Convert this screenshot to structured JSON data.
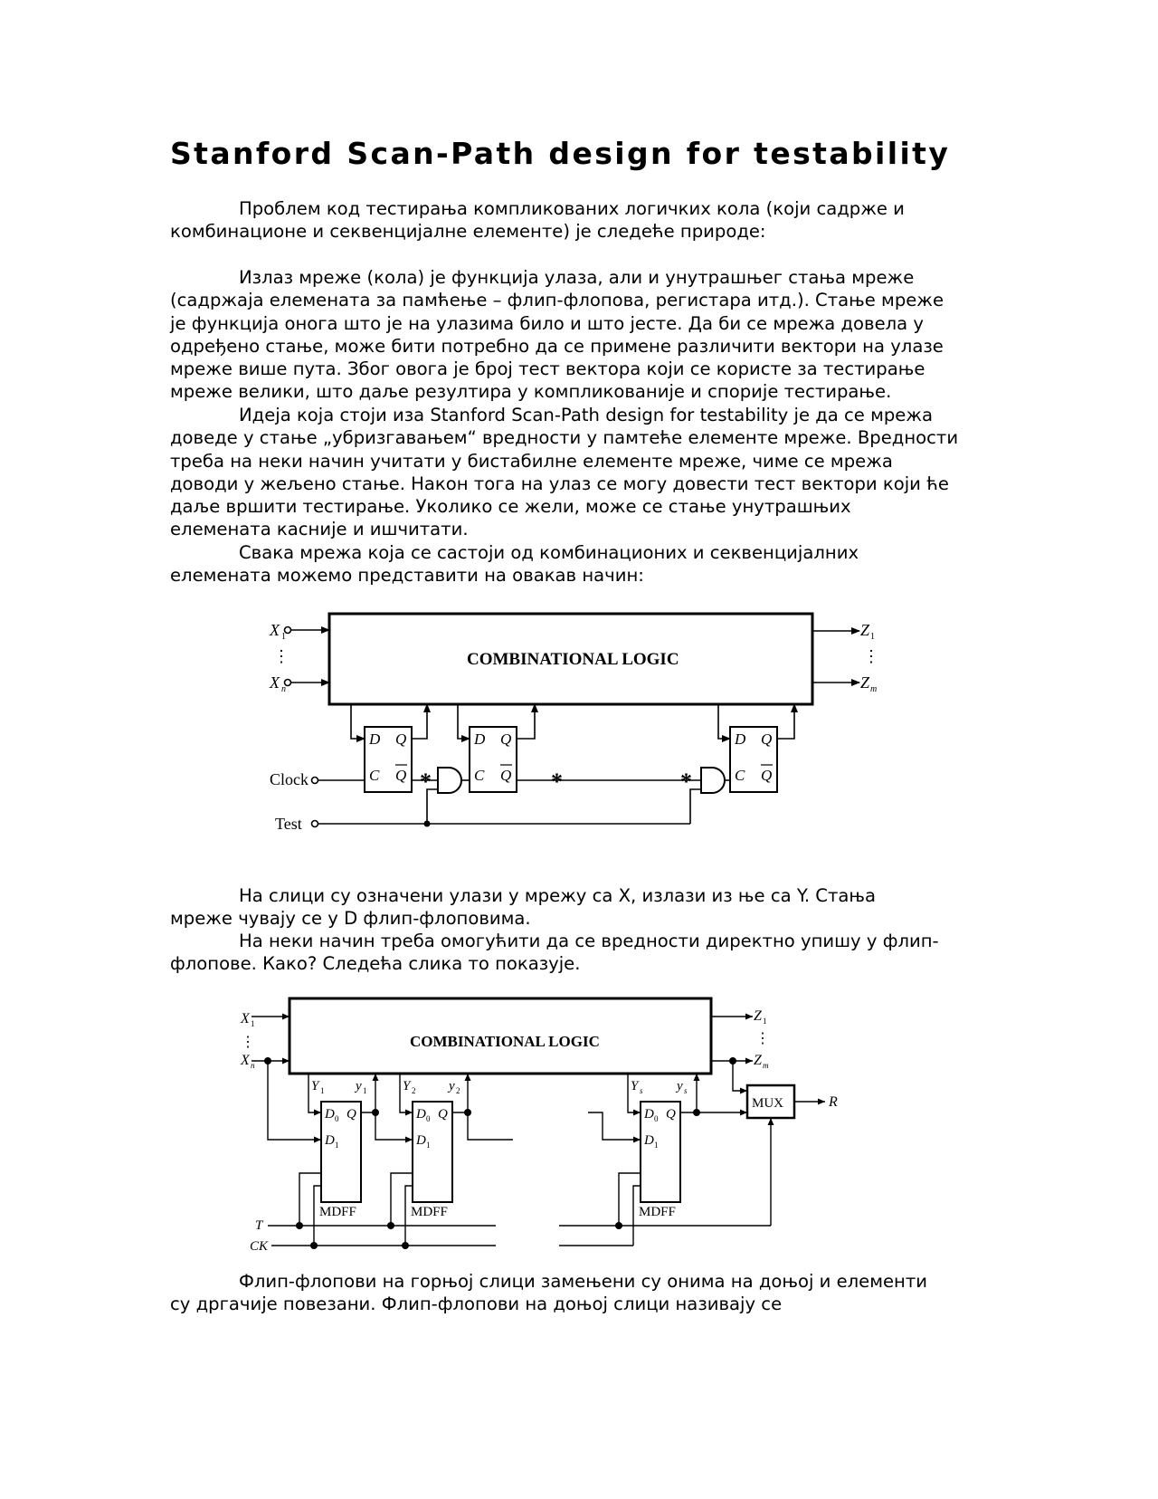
{
  "title": "Stanford Scan-Path design for testability",
  "paragraphs": {
    "p1": [
      "Проблем код тестирања компликованих логичких кола (који садрже и",
      "комбинационе и секвенцијалне елементе) је следеће природе:"
    ],
    "p2": [
      "Излаз мреже (кола) је функција улаза, али и унутрашњег стања мреже",
      "(садржаја елемената за памћење – флип-флопова, регистара итд.). Стање мреже",
      "је функција онога што је на улазима било и што јесте. Да би се мрежа довела у",
      "одређено стање, може бити потребно да се примене различити вектори на улазе",
      "мреже више пута. Због овога је број тест вектора који се користе за тестирање",
      "мреже велики, што даље резултира у компликованије и спорије тестирање."
    ],
    "p3": [
      "Идеја која стоји иза Stanford Scan-Path design for testability је да се мрежа",
      "доведе у стање „убризгавањем“ вредности у памтеће елементе мреже. Вредности",
      "треба на неки начин учитати у бистабилне елементе мреже, чиме се мрежа",
      "доводи у жељено стање. Након тога на улаз се могу довести тест вектори који ће",
      "даље вршити тестирање. Уколико се жели, може се стање унутрашњих",
      "елемената касније и ишчитати."
    ],
    "p4": [
      "Свака мрежа која се састоји од комбинационих и секвенцијалних",
      "елемената можемо представити на овакав начин:"
    ],
    "p5": [
      "На слици су означени улази у мрежу са X, излази из ње са Y. Стања",
      "мреже чувају се у D флип-флоповима."
    ],
    "p6": [
      "На неки начин треба омогућити да се вредности директно упишу у флип-",
      "флопове. Како? Следећа слика то показује."
    ],
    "p7": [
      "Флип-флопови на горњој слици замењени су онима на доњој и елементи",
      "су дргачије повезани. Флип-флопови на доњој слици називају се"
    ]
  },
  "figure1": {
    "block_label": "COMBINATIONAL LOGIC",
    "input_x": "X",
    "input_1": "1",
    "input_n": "n",
    "output_z": "Z",
    "output_1": "1",
    "output_m": "m",
    "dots": "⋮",
    "ff_d": "D",
    "ff_q": "Q",
    "ff_c": "C",
    "ff_qbar": "Q",
    "clock_label": "Clock",
    "test_label": "Test",
    "star": "*"
  },
  "figure2": {
    "block_label": "COMBINATIONAL LOGIC",
    "input_x": "X",
    "input_1": "1",
    "input_n": "n",
    "output_z": "Z",
    "output_1": "1",
    "output_m": "m",
    "dots": "⋮",
    "cap_y": "Y",
    "low_y": "y",
    "sub_1": "1",
    "sub_2": "2",
    "sub_s": "s",
    "d0": "D",
    "d1": "D",
    "sub0": "0",
    "q": "Q",
    "mdff": "MDFF",
    "mux": "MUX",
    "r_label": "R",
    "t_label": "T",
    "ck_label": "CK"
  }
}
